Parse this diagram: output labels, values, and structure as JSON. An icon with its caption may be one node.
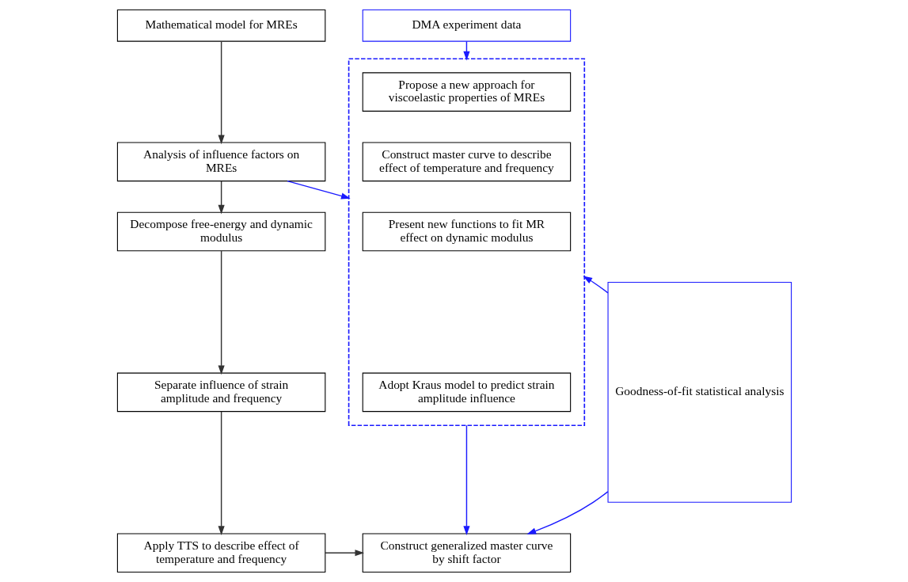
{
  "diagram": {
    "nodes": [
      {
        "text": [
          "Mathematical model for MREs"
        ]
      },
      {
        "text": [
          "Analysis of influence factors on MREs"
        ]
      },
      {
        "text": [
          "Decompose free-energy and dynamic modulus"
        ]
      },
      {
        "text": [
          "Separate influence of strain amplitude and frequency"
        ]
      },
      {
        "text": [
          "Apply TTS to describe effect of temperature and frequency"
        ]
      },
      {
        "text": [
          "DMA experiment data"
        ]
      },
      {
        "text": [],
        "shape": "box"
      },
      {
        "text": [
          "Propose a new approach for viscoelastic properties of MREs"
        ],
        "in": 6
      },
      {
        "text": [
          "Construct master curve to describe effect of temperature and frequency"
        ],
        "in": 6
      },
      {
        "text": [
          "Present new functions to fit MR effect on dynamic modulus"
        ],
        "in": 6
      },
      {
        "text": [
          "Adopt Kraus model to predict strain amplitude influence"
        ],
        "in": 6
      },
      {
        "text": [
          "Goodness-of-fit statistical analysis"
        ]
      },
      {
        "text": [
          "Construct generalized master curve by shift factor"
        ]
      }
    ],
    "edges": [
      {
        "from": 0,
        "to": 1,
        "arrow": "to",
        "color": "#333333"
      },
      {
        "from": 1,
        "to": 2,
        "arrow": "to",
        "color": "#333333"
      },
      {
        "from": 2,
        "to": 3,
        "arrow": "to",
        "color": "#333333"
      },
      {
        "from": 3,
        "to": 4,
        "arrow": "to",
        "color": "#333333"
      },
      {
        "from": 1,
        "to": 6,
        "arrow": "to",
        "color": "#1a1aff"
      },
      {
        "from": 5,
        "to": 6,
        "arrow": "to",
        "color": "#1a1aff"
      },
      {
        "from": 11,
        "to": 6,
        "arrow": "to",
        "color": "#1a1aff"
      },
      {
        "from": 6,
        "to": 12,
        "arrow": "to",
        "color": "#1a1aff"
      },
      {
        "from": 11,
        "to": 12,
        "arrow": "to",
        "color": "#1a1aff"
      },
      {
        "from": 4,
        "to": 12,
        "arrow": "to",
        "color": "#333333"
      }
    ]
  }
}
